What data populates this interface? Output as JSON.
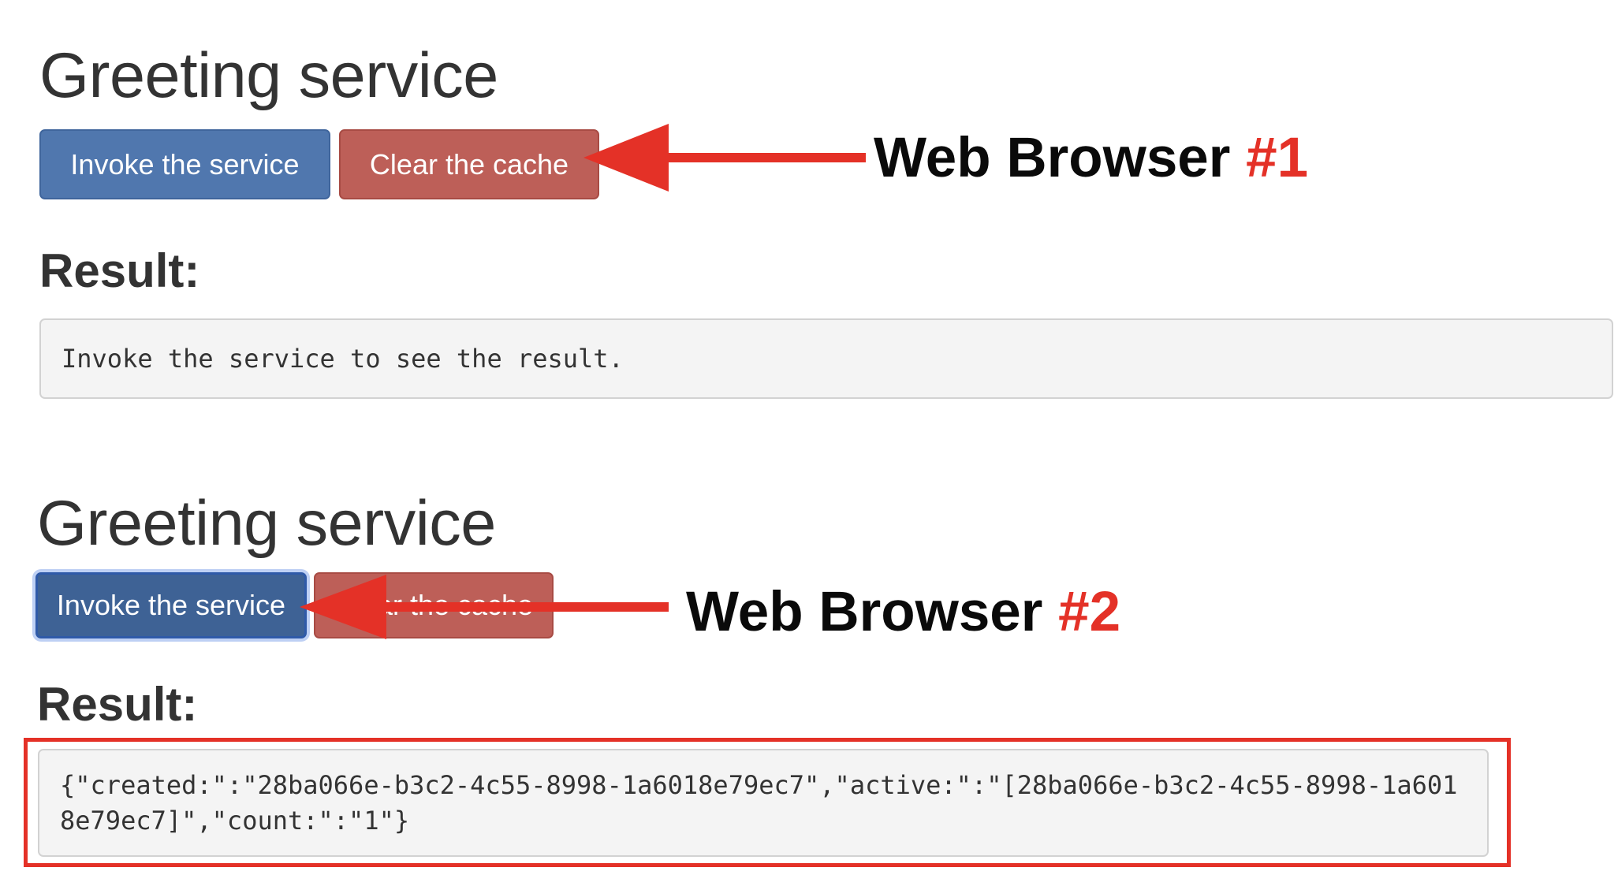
{
  "browser1": {
    "title": "Greeting service",
    "invoke_label": "Invoke the service",
    "clear_label": "Clear the cache",
    "result_heading": "Result:",
    "result_text": "Invoke the service to see the result."
  },
  "browser2": {
    "title": "Greeting service",
    "invoke_label": "Invoke the service",
    "clear_label": "Clear the cache",
    "result_heading": "Result:",
    "result_text": "{\"created:\":\"28ba066e-b3c2-4c55-8998-1a6018e79ec7\",\"active:\":\"[28ba066e-b3c2-4c55-8998-1a6018e79ec7]\",\"count:\":\"1\"}"
  },
  "annotations": {
    "callout1_text": "Web Browser ",
    "callout1_num": "#1",
    "callout2_text": "Web Browser ",
    "callout2_num": "#2"
  },
  "colors": {
    "primary_button": "#5077ae",
    "danger_button": "#bd5f58",
    "annotation_red": "#e43127"
  },
  "icons": {
    "arrow1": "left-arrow-icon",
    "arrow2": "left-arrow-icon"
  }
}
